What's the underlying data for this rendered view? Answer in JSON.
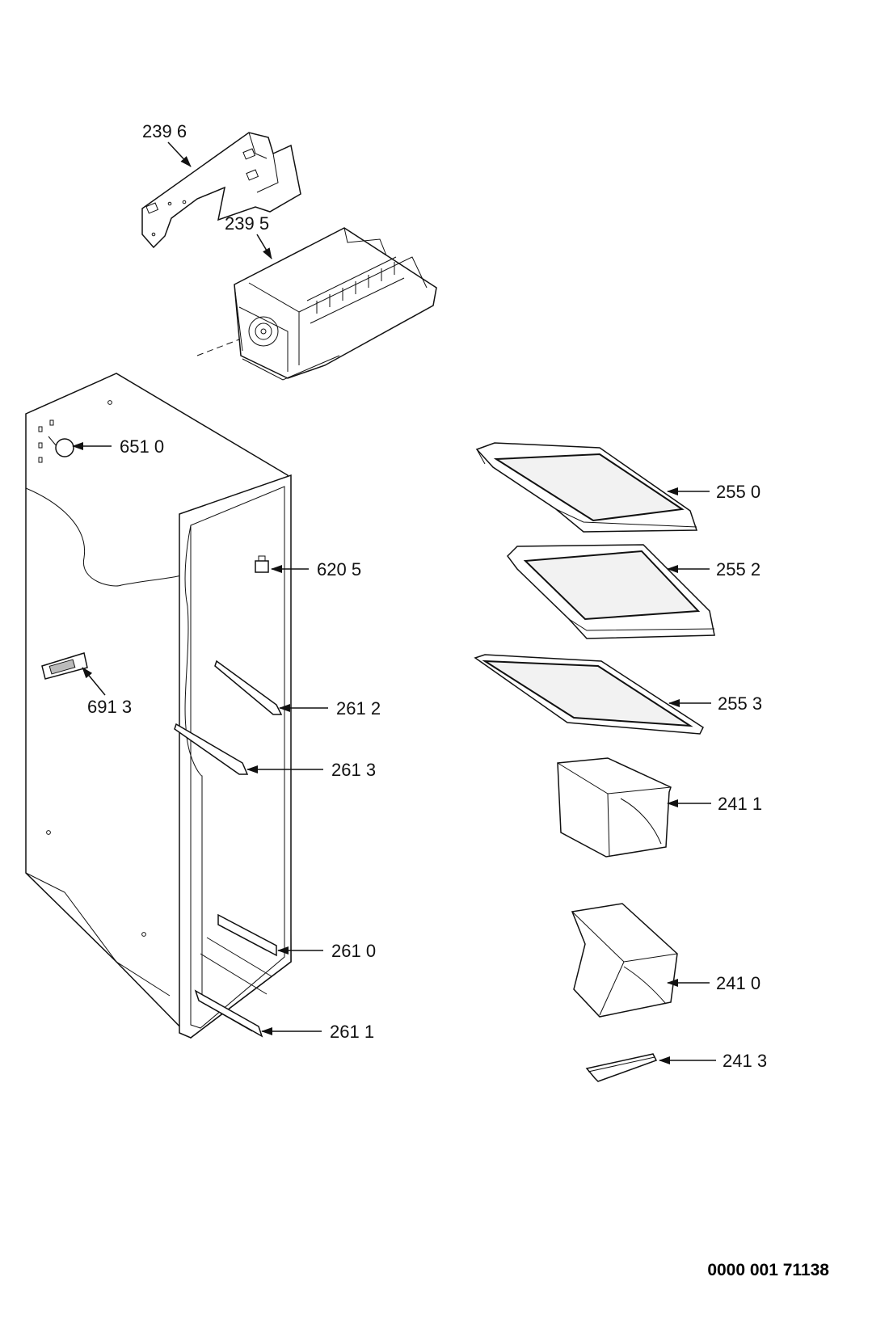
{
  "document_id": "0000 001 71138",
  "callouts": [
    {
      "id": "c2396",
      "label": "239 6",
      "part": "ice-maker-bracket"
    },
    {
      "id": "c2395",
      "label": "239 5",
      "part": "ice-maker-unit"
    },
    {
      "id": "c6510",
      "label": "651 0",
      "part": "light-bulb"
    },
    {
      "id": "c6205",
      "label": "620 5",
      "part": "switch"
    },
    {
      "id": "c6913",
      "label": "691 3",
      "part": "light-cover"
    },
    {
      "id": "c2612",
      "label": "261 2",
      "part": "shelf-rail"
    },
    {
      "id": "c2613",
      "label": "261 3",
      "part": "shelf-rail"
    },
    {
      "id": "c2610",
      "label": "261 0",
      "part": "bin-rail"
    },
    {
      "id": "c2611",
      "label": "261 1",
      "part": "bin-rail"
    },
    {
      "id": "c2550",
      "label": "255 0",
      "part": "glass-shelf"
    },
    {
      "id": "c2552",
      "label": "255 2",
      "part": "glass-shelf"
    },
    {
      "id": "c2553",
      "label": "255 3",
      "part": "glass-shelf"
    },
    {
      "id": "c2411",
      "label": "241 1",
      "part": "bin"
    },
    {
      "id": "c2410",
      "label": "241 0",
      "part": "bin"
    },
    {
      "id": "c2413",
      "label": "241 3",
      "part": "bin-handle"
    }
  ]
}
